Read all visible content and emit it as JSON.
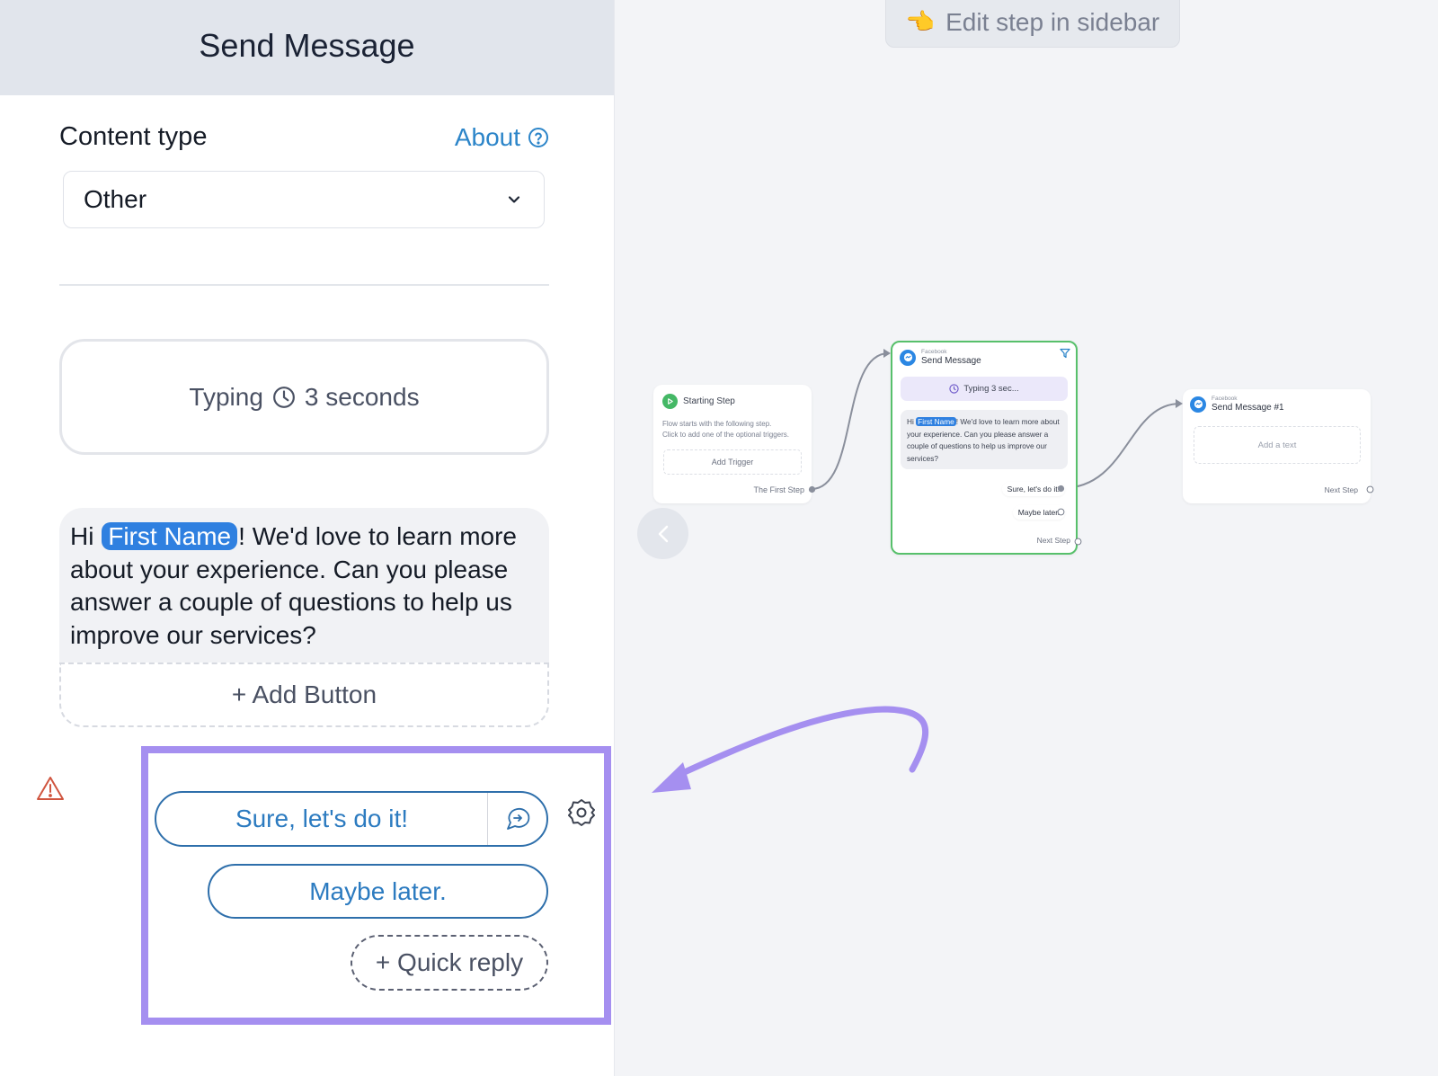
{
  "sidebar": {
    "title": "Send Message",
    "content_type": {
      "label": "Content type",
      "about_label": "About",
      "selected": "Other"
    },
    "typing": {
      "prefix": "Typing",
      "value": "3 seconds"
    },
    "message": {
      "greeting": "Hi",
      "variable": "First Name",
      "body": "! We'd love to learn more about your experience. Can you please answer a couple of questions to help us improve our services?"
    },
    "add_button_label": "+ Add Button",
    "quick_replies": [
      {
        "label": "Sure, let's do it!"
      },
      {
        "label": "Maybe later."
      }
    ],
    "add_quick_reply_label": "+ Quick reply"
  },
  "canvas": {
    "hint": {
      "emoji": "👈",
      "text": "Edit step in sidebar"
    },
    "nodes": {
      "start": {
        "title": "Starting Step",
        "description_line1": "Flow starts with the following step.",
        "description_line2": "Click to add one of the optional triggers.",
        "trigger_label": "Add Trigger",
        "output_label": "The First Step"
      },
      "send_message": {
        "channel": "Facebook",
        "title": "Send Message",
        "typing_label": "Typing 3 sec...",
        "greeting": "Hi",
        "variable": "First Name",
        "body": "! We'd love to learn more about your experience. Can you please answer a couple of questions to help us improve our services?",
        "quick_replies": [
          "Sure, let's do it!",
          "Maybe later."
        ],
        "output_label": "Next Step"
      },
      "send_message_1": {
        "channel": "Facebook",
        "title": "Send Message #1",
        "add_text_label": "Add a text",
        "output_label": "Next Step"
      }
    }
  },
  "colors": {
    "accent_blue": "#2c85c9",
    "highlight_purple": "#a58ff0",
    "selected_node_green": "#57c06b",
    "warning_red": "#d0553f",
    "variable_chip": "#2f80e0"
  }
}
